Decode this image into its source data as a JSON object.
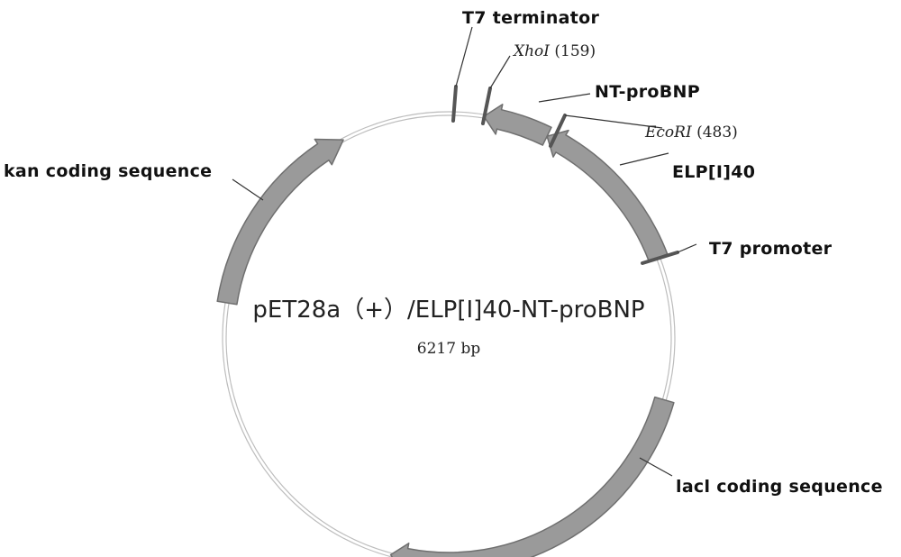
{
  "plasmid": {
    "name": "pET28a（+）/ELP[I]40-NT-proBNP",
    "size": "6217 bp"
  },
  "features": {
    "t7_terminator": "T7 terminator",
    "nt_probnp": "NT-proBNP",
    "elp": "ELP[I]40",
    "t7_promoter": "T7 promoter",
    "kan": "kan coding sequence",
    "lacl": "lacl coding sequence"
  },
  "sites": {
    "xhoi": {
      "name": "XhoI",
      "position": "(159)"
    },
    "ecori": {
      "name": "EcoRI",
      "position": "(483)"
    }
  },
  "colors": {
    "feature_fill": "#9a9a9a",
    "backbone": "#bbbbbb",
    "text": "#111111"
  }
}
